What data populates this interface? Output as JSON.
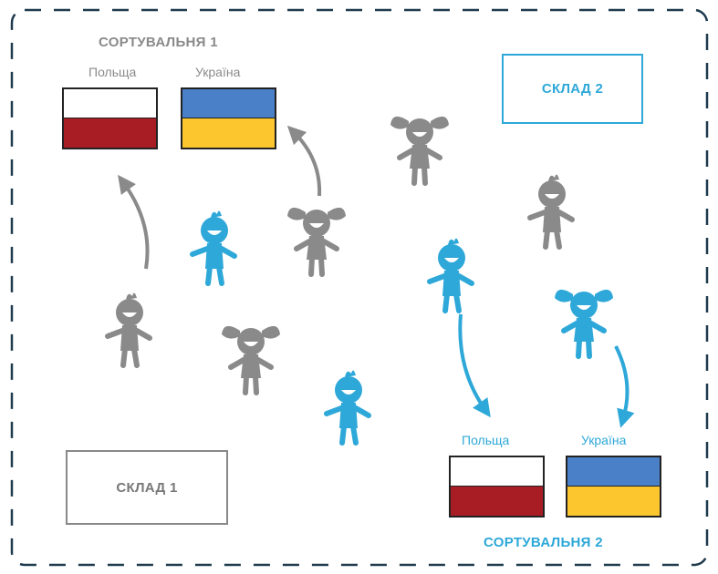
{
  "sorting_1": {
    "title": "СОРТУВАЛЬНЯ 1",
    "flags": [
      {
        "name": "Польща",
        "top_color": "#ffffff",
        "bottom_color": "#a81d24"
      },
      {
        "name": "Україна",
        "top_color": "#4a80c8",
        "bottom_color": "#fcc62f"
      }
    ]
  },
  "sorting_2": {
    "title": "СОРТУВАЛЬНЯ 2",
    "flags": [
      {
        "name": "Польща",
        "top_color": "#ffffff",
        "bottom_color": "#a81d24"
      },
      {
        "name": "Україна",
        "top_color": "#4a80c8",
        "bottom_color": "#fcc62f"
      }
    ]
  },
  "warehouse_1": {
    "label": "СКЛАД 1"
  },
  "warehouse_2": {
    "label": "СКЛАД 2"
  },
  "colors": {
    "gray": "#8a8a8a",
    "blue": "#2ea8d8",
    "frame": "#1f3a4d",
    "box_gray": "#888888"
  }
}
